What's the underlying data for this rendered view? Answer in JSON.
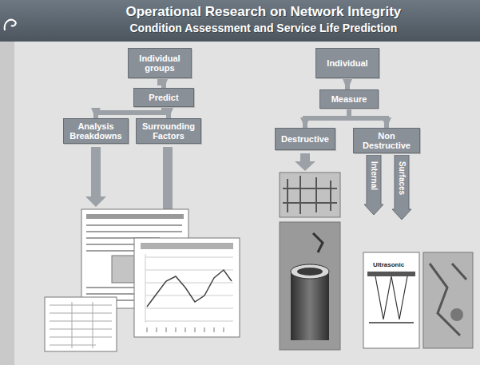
{
  "diagram": {
    "title": "Operational Research on Network Integrity",
    "nodes": [
      {
        "text": [
          "Individual groups"
        ]
      },
      {
        "text": [
          "Predict"
        ]
      },
      {
        "text": [
          "Analysis Breakdowns"
        ]
      },
      {
        "text": [
          "Surrounding Factors"
        ]
      },
      {
        "text": [
          "Individual"
        ]
      },
      {
        "text": [
          "Measure"
        ]
      },
      {
        "text": [
          "Destructive"
        ]
      },
      {
        "text": [
          "Non Destructive"
        ]
      },
      {
        "text": [
          "Internal"
        ]
      },
      {
        "text": [
          "Surfaces"
        ]
      }
    ],
    "edges": [
      {
        "from": 0,
        "to": 1,
        "arrow": "to"
      },
      {
        "from": 1,
        "to": 2,
        "arrow": "to"
      },
      {
        "from": 1,
        "to": 3,
        "arrow": "to"
      },
      {
        "from": 4,
        "to": 5,
        "arrow": "to"
      },
      {
        "from": 5,
        "to": 6,
        "arrow": "to"
      },
      {
        "from": 5,
        "to": 7,
        "arrow": "to"
      }
    ],
    "labels": [
      "Condition Assessment and Service Life Prediction",
      "Ultrasonic"
    ]
  }
}
